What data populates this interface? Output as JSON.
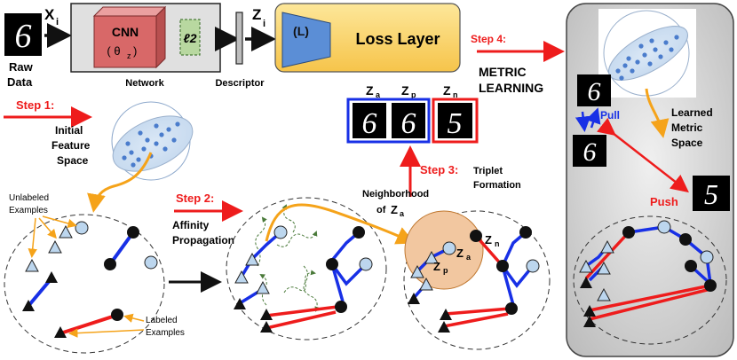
{
  "top": {
    "input_var": "X",
    "input_sub": "i",
    "network_label": "Network",
    "cnn_label": "CNN",
    "cnn_param": "( θ",
    "cnn_param_sub": "z",
    "cnn_param_close": ")",
    "l2_label": "ℓ2",
    "descriptor_var": "Z",
    "descriptor_sub": "i",
    "descriptor_label": "Descriptor",
    "loss_symbol": "(L)",
    "loss_label": "Loss Layer",
    "raw_data_line1": "Raw",
    "raw_data_line2": "Data",
    "raw_digit": "6"
  },
  "steps": {
    "step1": "Step 1:",
    "step2": "Step 2:",
    "step3": "Step 3:",
    "step4": "Step 4:"
  },
  "labels": {
    "initial_feature_space": [
      "Initial",
      "Feature",
      "Space"
    ],
    "unlabeled_examples": [
      "Unlabeled",
      "Examples"
    ],
    "labeled_examples": [
      "Labeled",
      "Examples"
    ],
    "affinity_propagation": [
      "Affinity",
      "Propagation"
    ],
    "metric_learning": [
      "METRIC",
      "LEARNING"
    ],
    "triplet_formation": [
      "Triplet",
      "Formation"
    ],
    "neighborhood": [
      "Neighborhood",
      "of"
    ],
    "neighborhood_var": "Z",
    "neighborhood_sub": "a",
    "learned_metric_space": [
      "Learned",
      "Metric",
      "Space"
    ],
    "pull": "Pull",
    "push": "Push"
  },
  "triplet": {
    "za_var": "Z",
    "za_sub": "a",
    "zp_var": "Z",
    "zp_sub": "p",
    "zn_var": "Z",
    "zn_sub": "n",
    "digit_a": "6",
    "digit_p": "6",
    "digit_n": "5"
  },
  "colors": {
    "red": "#ee1c1c",
    "blue": "#1830e6",
    "orange": "#f5a31a",
    "node_fill": "#bcd6ee",
    "panel_grey": "#c8c8c8",
    "cnn_red": "#d86868",
    "loss_yellow": "#fbd968",
    "l2_green": "#b8d8a0",
    "neighborhood_fill": "#f2c7a0"
  }
}
